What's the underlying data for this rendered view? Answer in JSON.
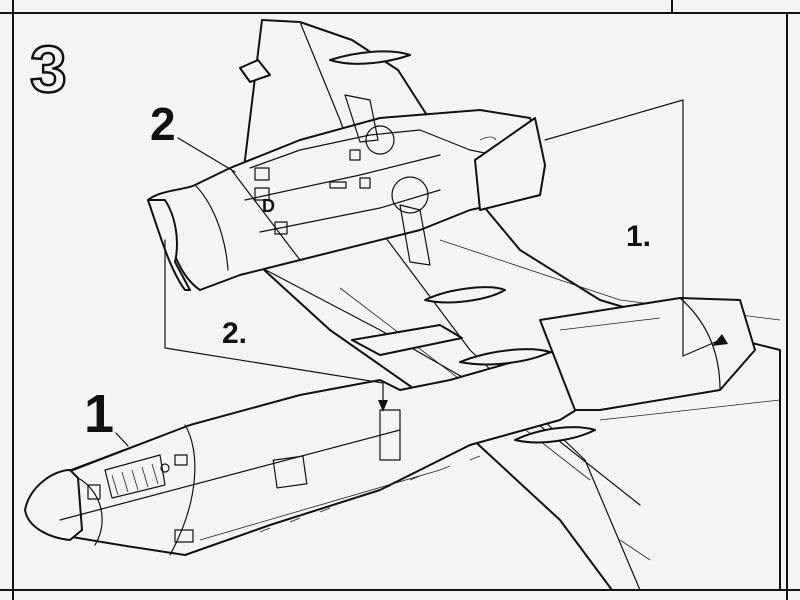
{
  "step": {
    "number": "3"
  },
  "callouts": [
    {
      "label": "1",
      "target": "cockpit-canopy"
    },
    {
      "label": "2",
      "target": "engine-nacelle-panel"
    }
  ],
  "assembly_steps": [
    {
      "label": "1."
    },
    {
      "label": "2."
    }
  ],
  "panel_letter": "D",
  "colors": {
    "ink": "#111111",
    "paper": "#f4f4f2"
  }
}
